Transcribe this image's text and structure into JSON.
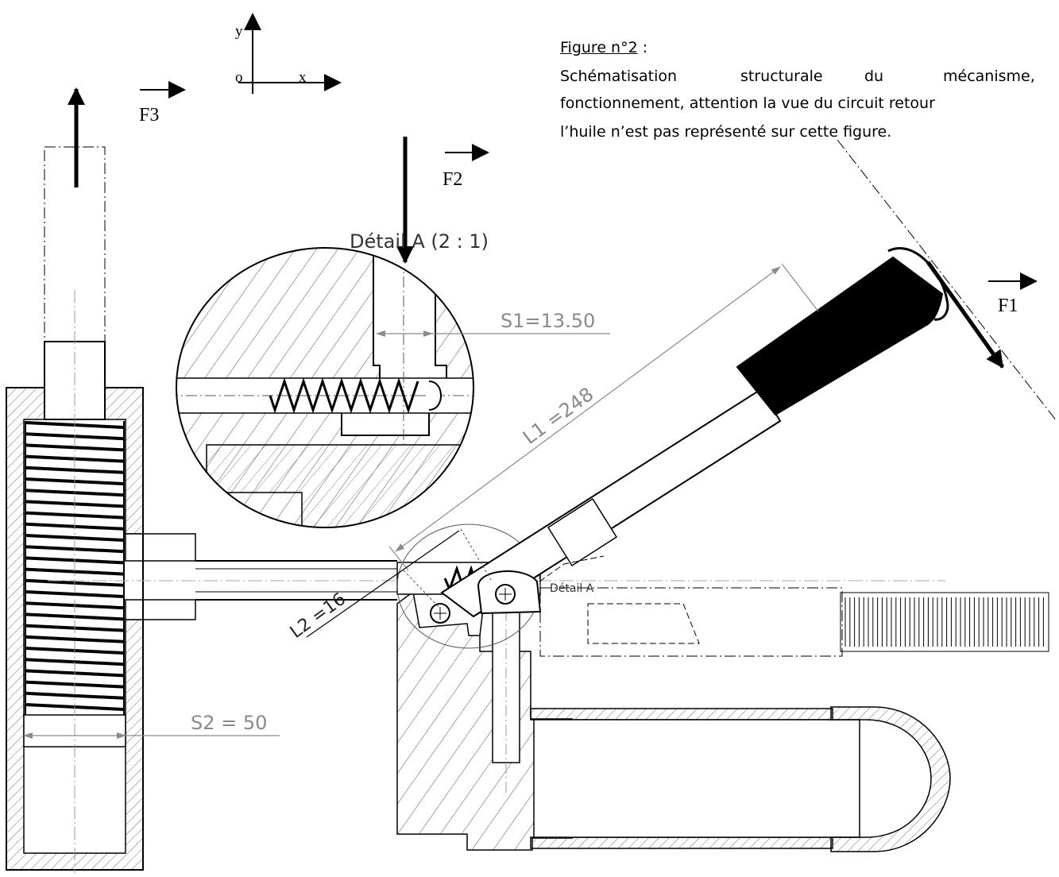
{
  "caption": {
    "title": "Figure n°2",
    "title_suffix": " :",
    "line1_words": [
      "Schématisation",
      "structurale",
      "du",
      "mécanisme,"
    ],
    "line2": "fonctionnement, attention la vue du circuit retour",
    "line3": "l’huile n’est pas représenté sur cette figure."
  },
  "axes": {
    "y": "y",
    "x": "x",
    "origin": "o"
  },
  "forces": {
    "f1": "F1",
    "f2": "F2",
    "f3": "F3"
  },
  "detail": {
    "title": "Détail A  (2 : 1)",
    "callout": "Détail A"
  },
  "dimensions": {
    "s1": "S1=13.50",
    "s2": "S2 = 50",
    "l1": "L1 =248",
    "l2": "L2 =16"
  },
  "colors": {
    "line": "#000000",
    "dimension": "#8a8a8a",
    "hatch": "#6e6e6e",
    "handle": "#000000"
  }
}
